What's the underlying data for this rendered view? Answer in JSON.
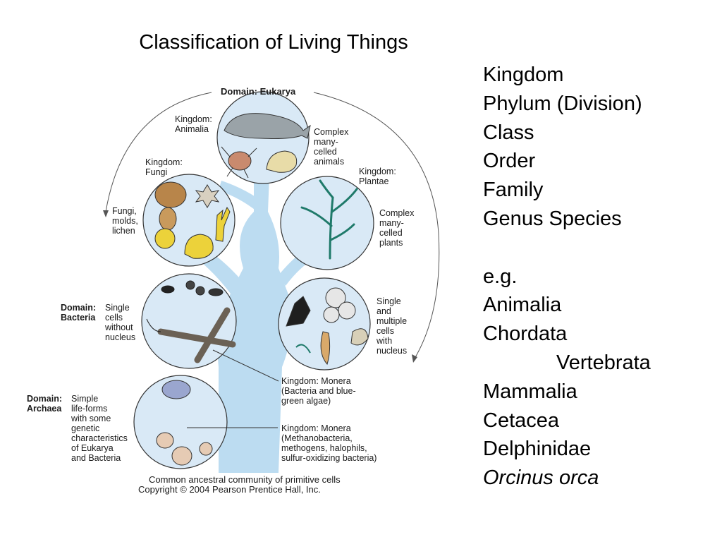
{
  "title": "Classification of Living Things",
  "ranks": {
    "kingdom": "Kingdom",
    "phylum": "Phylum (Division)",
    "class": "Class",
    "order": "Order",
    "family": "Family",
    "genus_species": "Genus Species"
  },
  "example": {
    "eg": "e.g.",
    "kingdom": "Animalia",
    "phylum": "Chordata",
    "subphylum": "Vertebrata",
    "class": "Mammalia",
    "order": "Cetacea",
    "family": "Delphinidae",
    "species": "Orcinus orca"
  },
  "diagram": {
    "domain_eukarya": "Domain: Eukarya",
    "animalia": {
      "kingdom": "Kingdom:\nAnimalia",
      "desc": "Complex\nmany-\ncelled\nanimals"
    },
    "fungi": {
      "kingdom": "Kingdom:\nFungi",
      "desc": "Fungi,\nmolds,\nlichen"
    },
    "plantae": {
      "kingdom": "Kingdom:\nPlantae",
      "desc": "Complex\nmany-\ncelled\nplants"
    },
    "bacteria": {
      "domain": "Domain:\nBacteria",
      "desc": "Single\ncells\nwithout\nnucleus"
    },
    "protists": {
      "desc": "Single\nand\nmultiple\ncells\nwith\nnucleus"
    },
    "monera_bacteria": "Kingdom: Monera\n(Bacteria and blue-\ngreen algae)",
    "archaea": {
      "domain": "Domain:\nArchaea",
      "desc": "Simple\nlife-forms\nwith some\ngenetic\ncharacteristics\nof Eukarya\nand Bacteria"
    },
    "monera_archaea": "Kingdom: Monera\n(Methanobacteria,\nmethogens, halophils,\nsulfur-oxidizing bacteria)",
    "ancestral": "Common ancestral community of primitive cells",
    "copyright": "Copyright © 2004 Pearson Prentice Hall, Inc."
  },
  "colors": {
    "circle_fill": "#d9e9f6",
    "trunk": "#bcdcf1",
    "outline": "#333333",
    "plant_green": "#1f7a6a",
    "fungi_brown": "#b8854a",
    "fungi_yellow": "#ecd23a"
  }
}
